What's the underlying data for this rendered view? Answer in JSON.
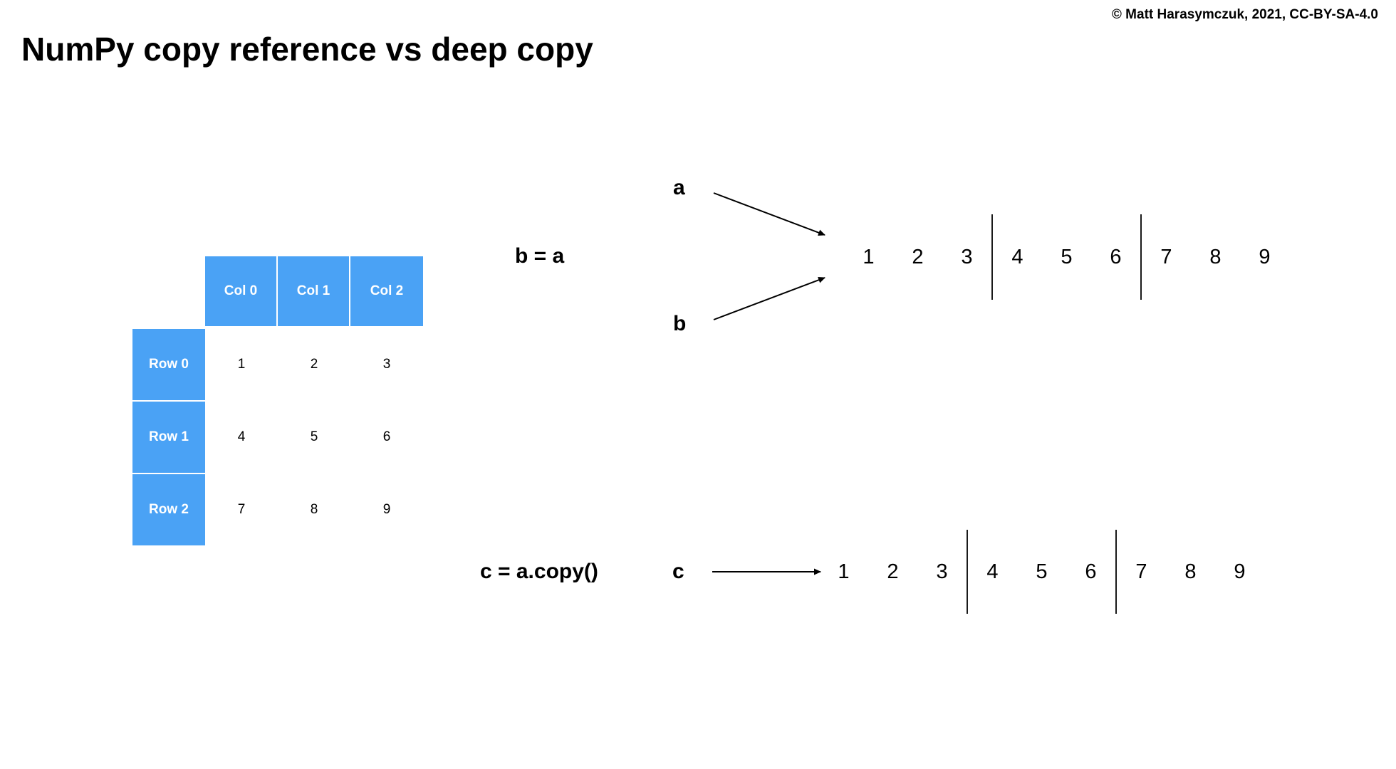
{
  "page": {
    "title": "NumPy copy reference vs deep copy",
    "copyright": "© Matt Harasymczuk, 2021, CC-BY-SA-4.0"
  },
  "colors": {
    "header_blue": "#4AA2F5",
    "arrow_black": "#000000"
  },
  "table": {
    "col_headers": [
      "Col 0",
      "Col 1",
      "Col 2"
    ],
    "row_headers": [
      "Row 0",
      "Row 1",
      "Row 2"
    ],
    "values": [
      [
        "1",
        "2",
        "3"
      ],
      [
        "4",
        "5",
        "6"
      ],
      [
        "7",
        "8",
        "9"
      ]
    ]
  },
  "reference_diagram": {
    "label": "b = a",
    "var_a": "a",
    "var_b": "b",
    "memory": [
      [
        "1",
        "2",
        "3"
      ],
      [
        "4",
        "5",
        "6"
      ],
      [
        "7",
        "8",
        "9"
      ]
    ]
  },
  "copy_diagram": {
    "label": "c = a.copy()",
    "var_c": "c",
    "memory": [
      [
        "1",
        "2",
        "3"
      ],
      [
        "4",
        "5",
        "6"
      ],
      [
        "7",
        "8",
        "9"
      ]
    ]
  }
}
